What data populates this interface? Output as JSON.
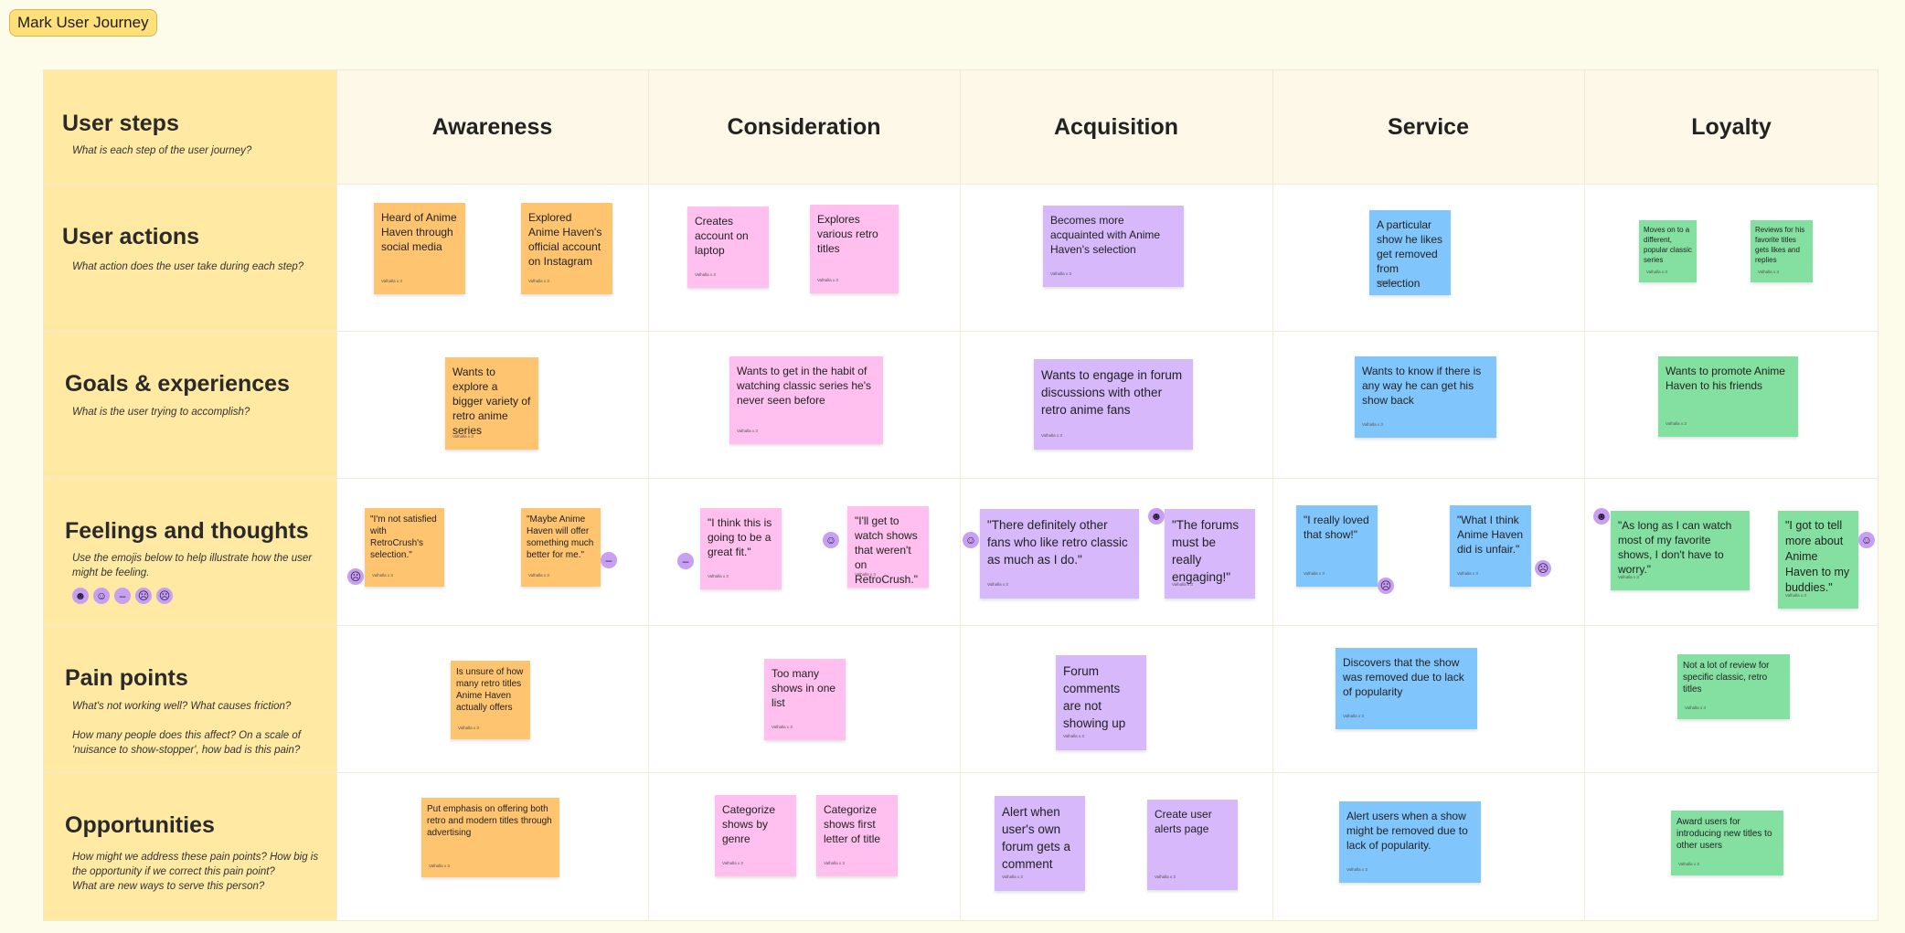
{
  "frame_title": "Mark User Journey",
  "columns": [
    "Awareness",
    "Consideration",
    "Acquisition",
    "Service",
    "Loyalty"
  ],
  "rows": [
    {
      "title": "User steps",
      "subtitle": "What is each step of the user journey?"
    },
    {
      "title": "User actions",
      "subtitle": "What action does the user take during each step?"
    },
    {
      "title": "Goals & experiences",
      "subtitle": "What is the user trying to accomplish?"
    },
    {
      "title": "Feelings and thoughts",
      "subtitle": "Use the emojis below to help illustrate how the user might be feeling."
    },
    {
      "title": "Pain points",
      "subtitle": "What's not working well? What causes friction?",
      "subtitle2": "How many people does this affect? On a scale of 'nuisance to show-stopper', how bad is this pain?"
    },
    {
      "title": "Opportunities",
      "subtitle": "How might we address these pain points? How big is the opportunity if we correct this pain point?",
      "subtitle2": "What are new ways to serve this person?"
    }
  ],
  "emoji_legend": [
    "very-happy",
    "happy",
    "neutral",
    "sad",
    "angry"
  ],
  "colors": {
    "awareness": "#ffc470",
    "consideration": "#ffc0ef",
    "acquisition": "#d6b8fb",
    "service": "#80c6fd",
    "loyalty": "#84e0a0",
    "emoji": "#c79ff3"
  },
  "notes": {
    "actions": [
      {
        "text": "Heard of Anime Haven through social media",
        "meta": "Valhalla x 3"
      },
      {
        "text": "Explored Anime Haven's official account on Instagram",
        "meta": "Valhalla x 3"
      },
      {
        "text": "Creates account on laptop",
        "meta": "Valhalla x 3"
      },
      {
        "text": "Explores various retro titles",
        "meta": "Valhalla x 3"
      },
      {
        "text": "Becomes more acquainted with Anime Haven's selection",
        "meta": "Valhalla x 3"
      },
      {
        "text": "A particular show he likes get removed from selection",
        "meta": "Valhalla x 3"
      },
      {
        "text": "Moves on to a different, popular classic series",
        "meta": "Valhalla x 3"
      },
      {
        "text": "Reviews for his favorite titles gets likes and replies",
        "meta": "Valhalla x 3"
      }
    ],
    "goals": [
      {
        "text": "Wants to explore a bigger variety of retro anime series",
        "meta": "Valhalla x 3"
      },
      {
        "text": "Wants to get in the habit of watching classic series he's never seen before",
        "meta": "Valhalla x 3"
      },
      {
        "text": "Wants to engage in forum discussions with other retro anime fans",
        "meta": "Valhalla x 3"
      },
      {
        "text": "Wants to know if there is any way he can get his show back",
        "meta": "Valhalla x 3"
      },
      {
        "text": "Wants to promote Anime Haven to his friends",
        "meta": "Valhalla x 3"
      }
    ],
    "feelings": [
      {
        "text": "\"I'm not satisfied with RetroCrush's selection.\"",
        "meta": "Valhalla x 3"
      },
      {
        "text": "\"Maybe Anime Haven will offer something much better for me.\"",
        "meta": "Valhalla x 3"
      },
      {
        "text": "\"I think this is going to be a great fit.\"",
        "meta": "Valhalla x 3"
      },
      {
        "text": "\"I'll get to watch shows that weren't on RetroCrush.\"",
        "meta": "Valhalla x 3"
      },
      {
        "text": "\"There definitely other fans who like retro classic as much as I do.\"",
        "meta": "Valhalla x 3"
      },
      {
        "text": "\"The forums must be really engaging!\"",
        "meta": "Valhalla x 3"
      },
      {
        "text": "\"I really loved that show!\"",
        "meta": "Valhalla x 3"
      },
      {
        "text": "\"What I think Anime Haven did is unfair.\"",
        "meta": "Valhalla x 3"
      },
      {
        "text": "\"As long as I can watch most of my favorite shows, I don't have to worry.\"",
        "meta": "Valhalla x 3"
      },
      {
        "text": "\"I got to tell more about Anime Haven to my buddies.\"",
        "meta": "Valhalla x 3"
      }
    ],
    "pains": [
      {
        "text": "Is unsure of how many retro titles Anime Haven actually offers",
        "meta": "Valhalla x 3"
      },
      {
        "text": "Too many shows in one list",
        "meta": "Valhalla x 3"
      },
      {
        "text": "Forum comments are not showing up",
        "meta": "Valhalla x 3"
      },
      {
        "text": "Discovers that the show was removed due to lack of popularity",
        "meta": "Valhalla x 3"
      },
      {
        "text": "Not a lot of review for specific classic, retro titles",
        "meta": "Valhalla x 3"
      }
    ],
    "opportunities": [
      {
        "text": "Put emphasis on offering both retro and modern titles through advertising",
        "meta": "Valhalla x 3"
      },
      {
        "text": "Categorize shows by genre",
        "meta": "Valhalla x 3"
      },
      {
        "text": "Categorize shows first letter of title",
        "meta": "Valhalla x 3"
      },
      {
        "text": "Alert when user's own forum gets a comment",
        "meta": "Valhalla x 3"
      },
      {
        "text": "Create user alerts page",
        "meta": "Valhalla x 3"
      },
      {
        "text": "Alert users when a show might be removed due to lack of popularity.",
        "meta": "Valhalla x 3"
      },
      {
        "text": "Award users for introducing new titles to other users",
        "meta": "Valhalla x 3"
      }
    ]
  }
}
